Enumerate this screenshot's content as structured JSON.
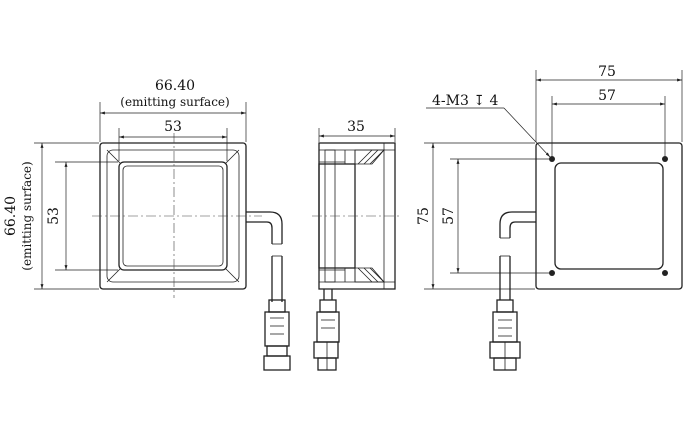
{
  "front_view": {
    "dim_width_emitting": "66.40",
    "dim_width_emitting_note": "(emitting surface)",
    "dim_width_inner": "53",
    "dim_height_emitting": "66.40",
    "dim_height_emitting_note": "(emitting surface)",
    "dim_height_inner": "53"
  },
  "side_view": {
    "dim_depth": "35"
  },
  "back_view": {
    "dim_outer_width": "75",
    "dim_hole_pitch_x": "57",
    "dim_outer_height": "75",
    "dim_hole_pitch_y": "57",
    "hole_callout_prefix": "4-M3",
    "hole_callout_depth_symbol": "↧",
    "hole_callout_depth": "4"
  }
}
